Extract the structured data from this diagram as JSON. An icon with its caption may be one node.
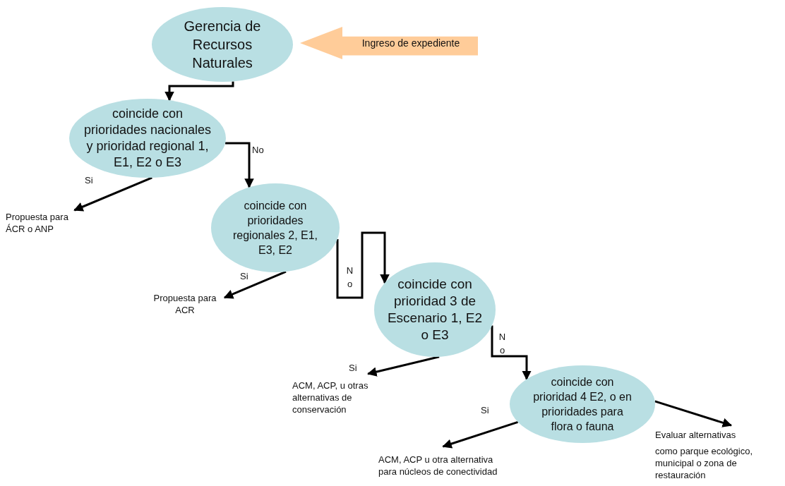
{
  "diagram": {
    "nodes": [
      {
        "text": [
          "Gerencia de Recursos Naturales"
        ]
      },
      {
        "text": [
          "Ingreso de expediente"
        ]
      },
      {
        "text": [
          "coincide con prioridades nacionales y prioridad regional 1, E1, E2 o E3"
        ]
      },
      {
        "text": [
          "Propuesta para ÁCR o ANP"
        ]
      },
      {
        "text": [
          "coincide con prioridades regionales 2, E1, E3, E2"
        ]
      },
      {
        "text": [
          "Propuesta para ACR"
        ]
      },
      {
        "text": [
          "coincide con prioridad 3 de Escenario 1, E2 o E3"
        ]
      },
      {
        "text": [
          "ACM, ACP, u otras alternativas de conservación"
        ]
      },
      {
        "text": [
          "coincide con prioridad 4 E2, o en prioridades para flora o fauna"
        ]
      },
      {
        "text": [
          "ACM, ACP u otra alternativa para núcleos de conectividad"
        ]
      },
      {
        "text": [
          "Evaluar alternativas",
          "como parque ecológico, municipal o zona de restauración"
        ]
      }
    ],
    "edges": [
      {
        "from": 0,
        "to": 2,
        "arrow": "to"
      },
      {
        "from": 2,
        "to": 3,
        "arrow": "to",
        "label": "Si"
      },
      {
        "from": 2,
        "to": 4,
        "arrow": "to",
        "label": "No"
      },
      {
        "from": 4,
        "to": 5,
        "arrow": "to",
        "label": "Si"
      },
      {
        "from": 4,
        "to": 6,
        "arrow": "to",
        "label": "No"
      },
      {
        "from": 6,
        "to": 7,
        "arrow": "to",
        "label": "Si"
      },
      {
        "from": 6,
        "to": 8,
        "arrow": "to",
        "label": "No"
      },
      {
        "from": 8,
        "to": 9,
        "arrow": "to",
        "label": "Si"
      },
      {
        "from": 8,
        "to": 10,
        "arrow": "to"
      }
    ]
  }
}
